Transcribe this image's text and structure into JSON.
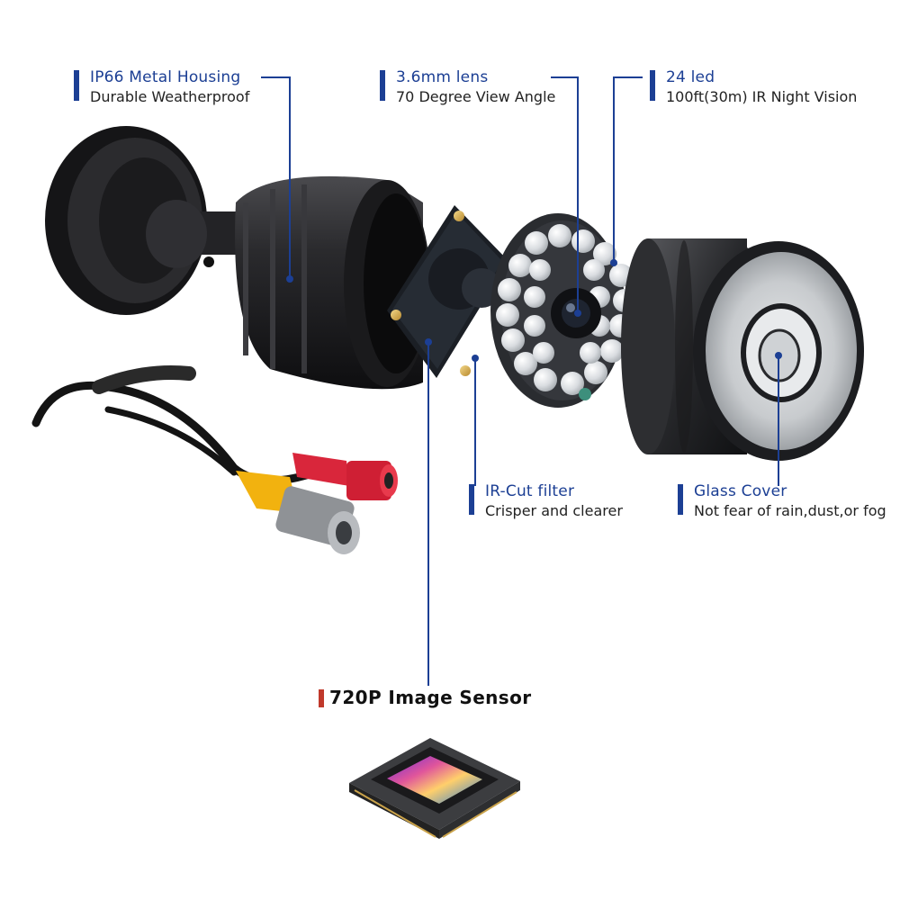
{
  "callouts": {
    "housing": {
      "title": "IP66 Metal Housing",
      "subtitle": "Durable Weatherproof"
    },
    "lens": {
      "title": "3.6mm lens",
      "subtitle": "70 Degree View Angle"
    },
    "led": {
      "title": "24 led",
      "subtitle": "100ft(30m) IR Night Vision"
    },
    "ircut": {
      "title": "IR-Cut filter",
      "subtitle": "Crisper and clearer"
    },
    "glass": {
      "title": "Glass Cover",
      "subtitle": "Not fear of rain,dust,or fog"
    },
    "sensor": {
      "title": "720P Image Sensor"
    }
  },
  "colors": {
    "accent": "#1c3f94",
    "sensor_marker": "#c0392b",
    "leader_line": "#1c3f94"
  }
}
